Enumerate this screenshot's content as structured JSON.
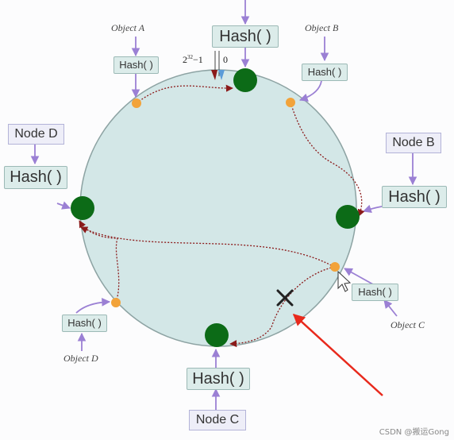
{
  "hash_label": "Hash( )",
  "ring_max_label": "−1",
  "ring_base": "2",
  "ring_exponent": "32",
  "ring_zero_label": "0",
  "nodes": {
    "b": "Node B",
    "c": "Node C",
    "d": "Node D"
  },
  "objects": {
    "a": "Object A",
    "b": "Object B",
    "c": "Object C",
    "d": "Object D"
  },
  "watermark": "CSDN @搬运Gong",
  "colors": {
    "ring_fill": "#d3e7e7",
    "ring_stroke": "#8da3a3",
    "node_dot": "#0c6b17",
    "object_dot": "#f2a33a",
    "hash_box_fill": "#dcecea",
    "name_box_fill": "#eeeef8",
    "arrow_purple": "#9b80d4",
    "path_arrow": "#8b1a1a",
    "failure_arrow": "#e8291c"
  }
}
